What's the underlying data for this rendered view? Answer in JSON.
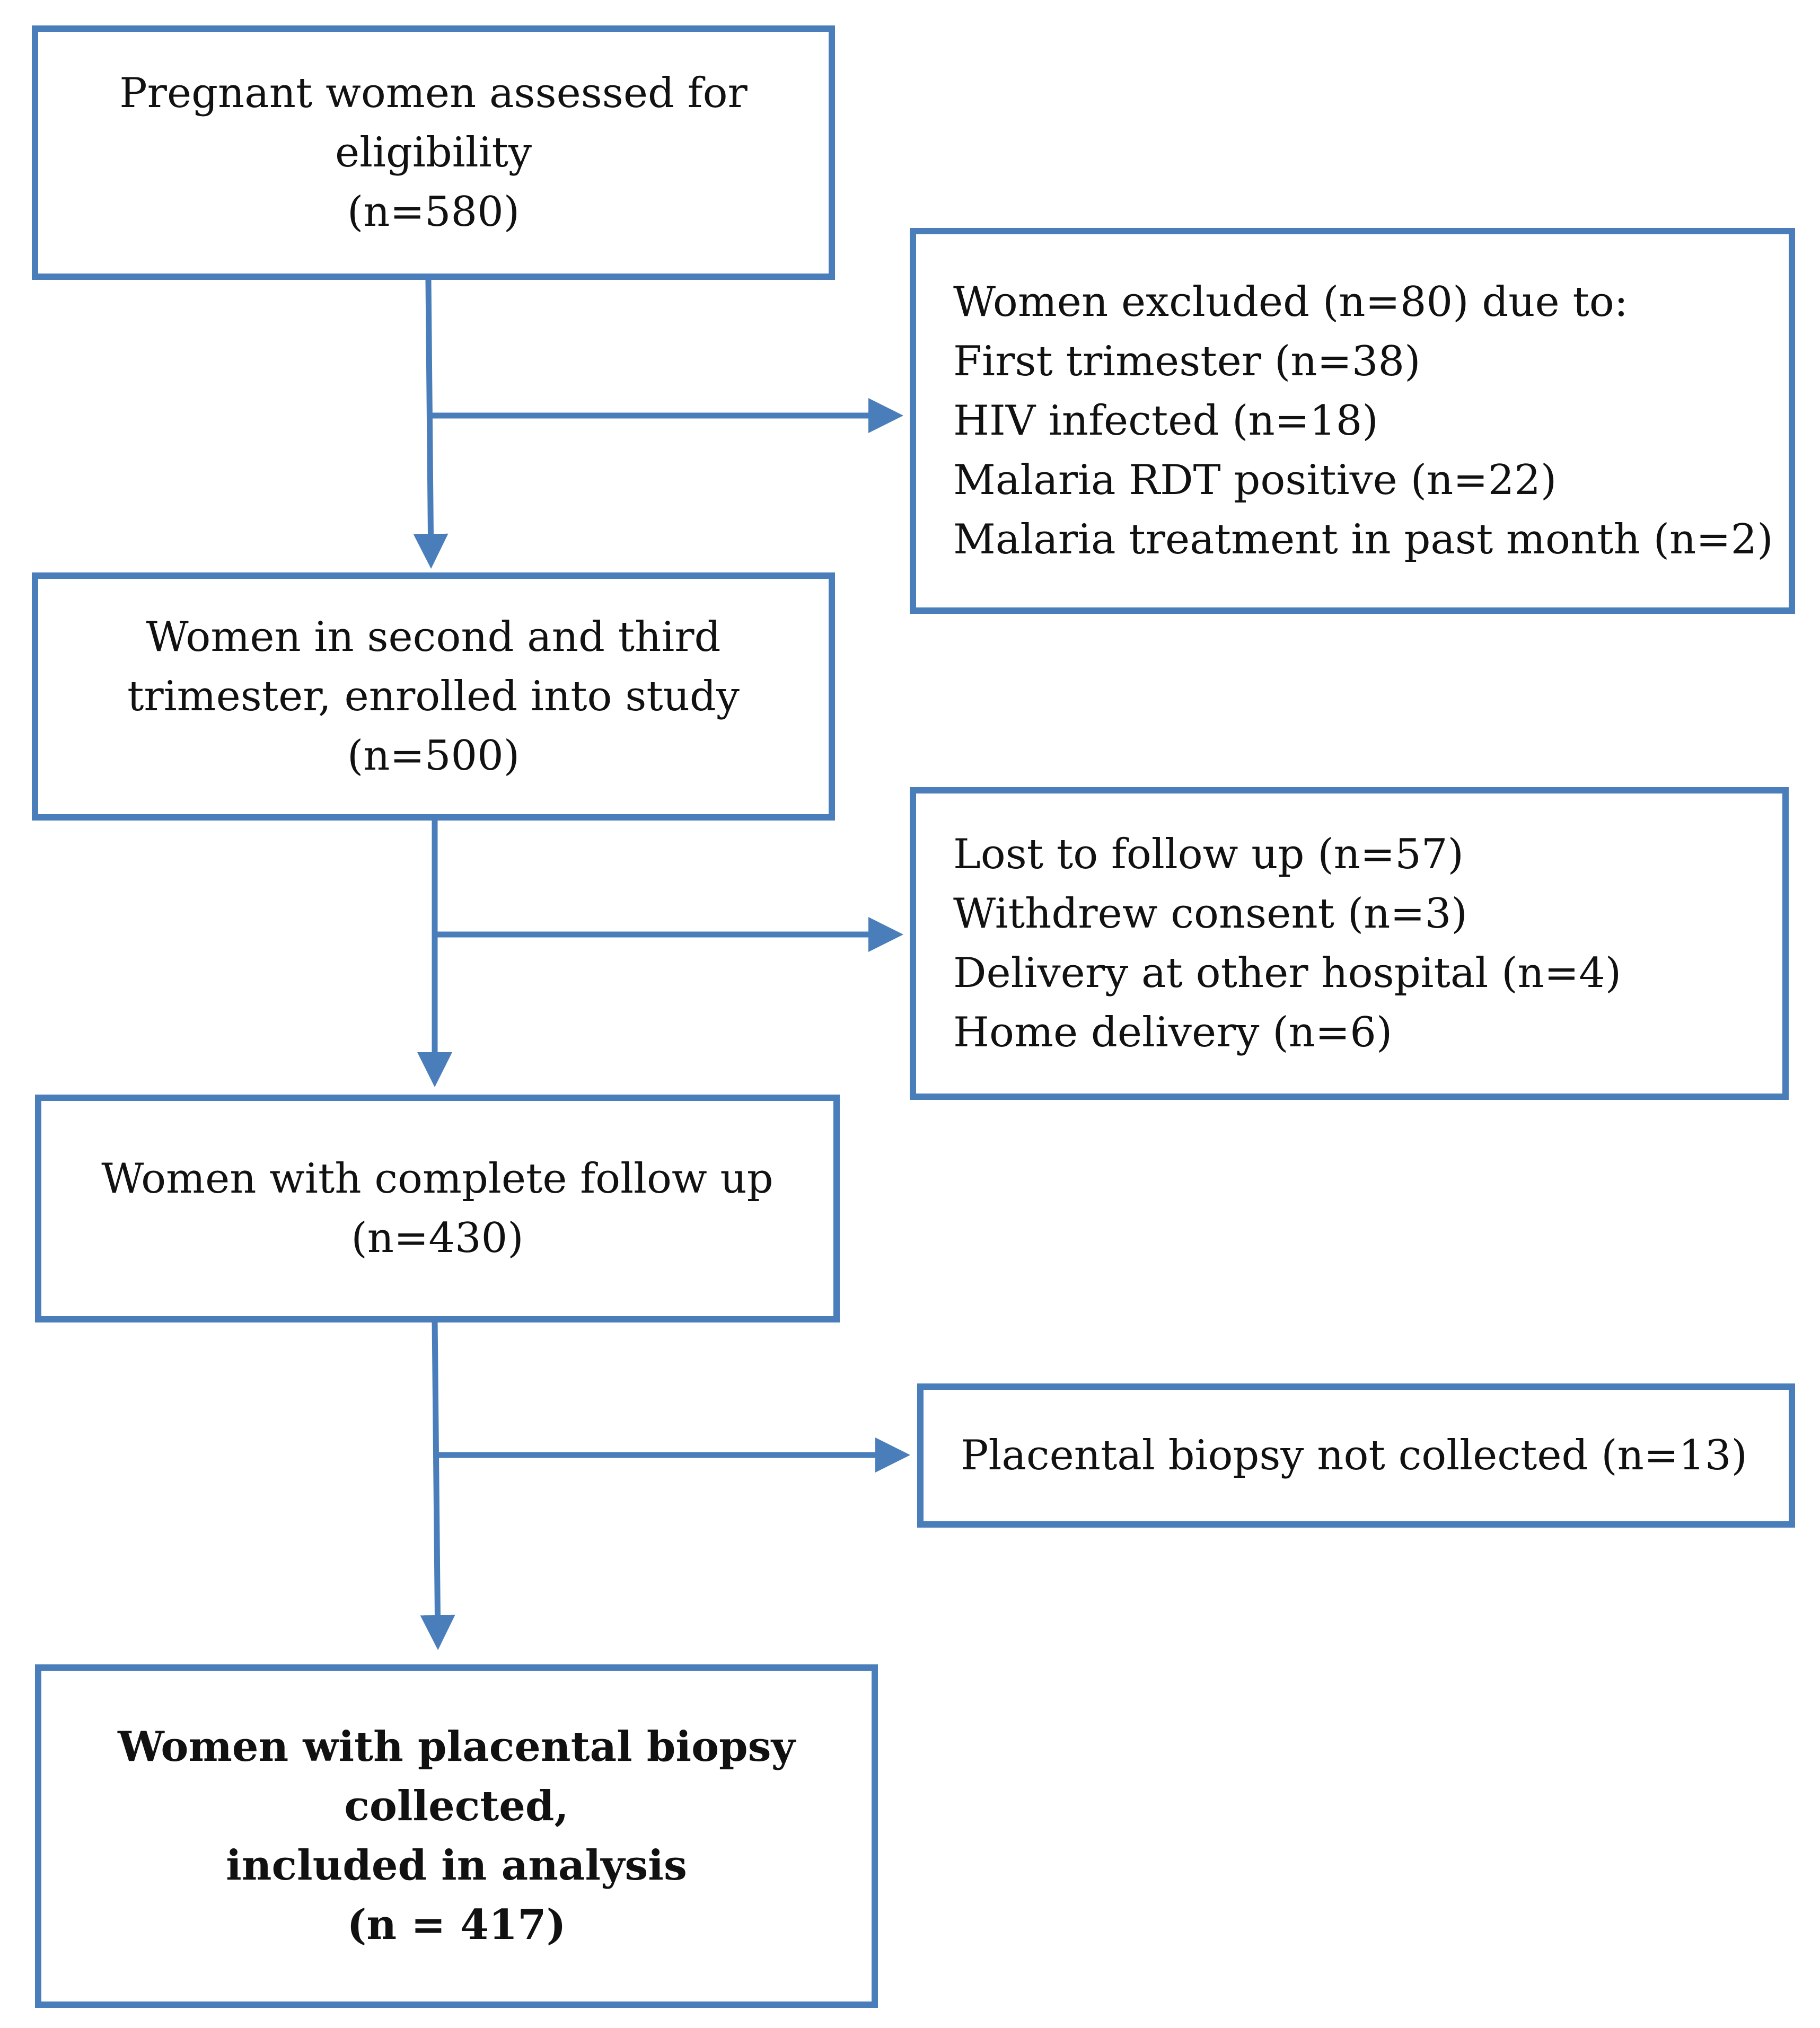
{
  "colors": {
    "stroke": "#4a7ebb",
    "text": "#111111",
    "background": "#ffffff"
  },
  "diagram": {
    "boxes": [
      {
        "id": "assessed",
        "lines": [
          "Pregnant women assessed for",
          "eligibility",
          "(n=580)"
        ]
      },
      {
        "id": "excluded",
        "lines": [
          "Women excluded (n=80) due to:",
          "First trimester (n=38)",
          "HIV infected (n=18)",
          "Malaria RDT positive (n=22)",
          "Malaria treatment in past month (n=2)"
        ]
      },
      {
        "id": "enrolled",
        "lines": [
          "Women in second and third",
          "trimester, enrolled into study",
          "(n=500)"
        ]
      },
      {
        "id": "lost",
        "lines": [
          "Lost to follow up (n=57)",
          "Withdrew consent (n=3)",
          "Delivery at other hospital (n=4)",
          "Home delivery (n=6)"
        ]
      },
      {
        "id": "complete",
        "lines": [
          "Women with complete follow up",
          "(n=430)"
        ]
      },
      {
        "id": "not_collected",
        "lines": [
          "Placental biopsy not collected (n=13)"
        ]
      },
      {
        "id": "analysis",
        "lines": [
          "Women with placental biopsy",
          "collected,",
          "included in analysis",
          "(n = 417)"
        ]
      }
    ]
  }
}
